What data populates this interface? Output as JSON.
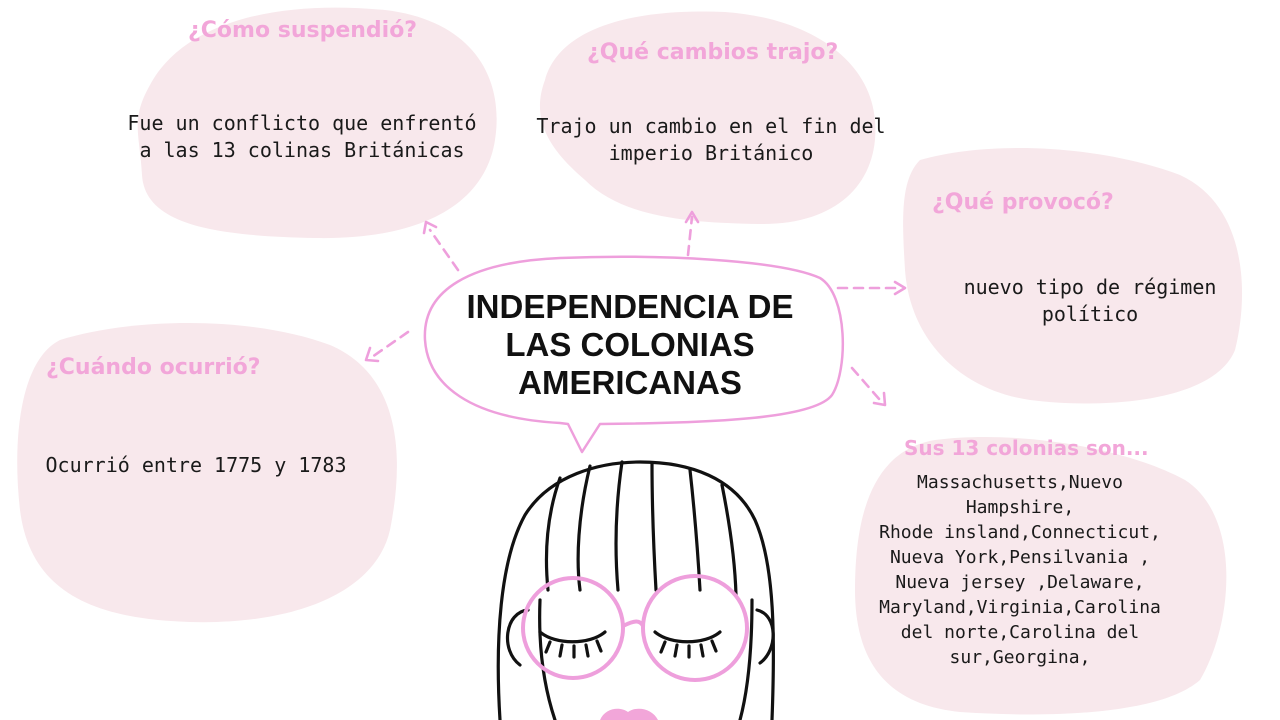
{
  "center": {
    "title_lines": [
      "INDEPENDENCIA DE",
      "LAS COLONIAS",
      "AMERICANAS"
    ]
  },
  "nodes": {
    "como": {
      "question": "¿Cómo suspendió?",
      "answer_lines": [
        "Fue un conflicto que enfrentó",
        "a las 13 colinas Británicas"
      ]
    },
    "cambios": {
      "question": "¿Qué cambios trajo?",
      "answer_lines": [
        "Trajo un cambio en el fin del",
        "imperio Británico"
      ]
    },
    "provoco": {
      "question": "¿Qué provocó?",
      "answer_lines": [
        "nuevo tipo de régimen",
        "político"
      ]
    },
    "cuando": {
      "question": "¿Cuándo ocurrió?",
      "answer_lines": [
        "Ocurrió entre 1775 y 1783"
      ]
    },
    "colonias": {
      "question": "Sus 13 colonias son...",
      "answer_lines": [
        "Massachusetts,Nuevo",
        "Hampshire,",
        "Rhode insland,Connecticut,",
        "Nueva York,Pensilvania ,",
        "Nueva jersey ,Delaware,",
        "Maryland,Virginia,Carolina",
        "del norte,Carolina del",
        "sur,Georgina,"
      ]
    }
  },
  "colors": {
    "blob": "#f8e8ec",
    "accent_pink": "#f2a6d9",
    "line_pink": "#ee9fdc",
    "text": "#1a1a1a"
  }
}
